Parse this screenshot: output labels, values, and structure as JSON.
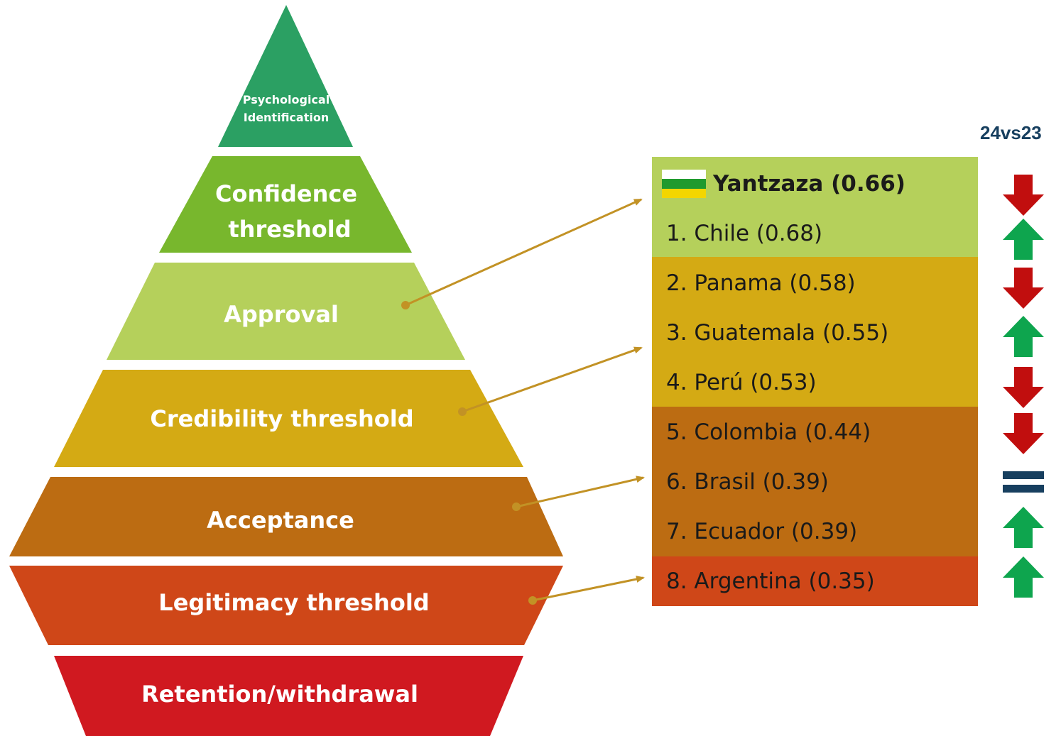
{
  "pyramid": {
    "levels": [
      {
        "label_lines": [
          "Psychological",
          "Identification"
        ],
        "color": "#2ba063"
      },
      {
        "label_lines": [
          "Confidence",
          "threshold"
        ],
        "color": "#78b72d"
      },
      {
        "label_lines": [
          "Approval"
        ],
        "color": "#b5d05b"
      },
      {
        "label_lines": [
          "Credibility threshold"
        ],
        "color": "#d4aa14"
      },
      {
        "label_lines": [
          "Acceptance"
        ],
        "color": "#bc6c12"
      },
      {
        "label_lines": [
          "Legitimacy threshold"
        ],
        "color": "#cf4718"
      },
      {
        "label_lines": [
          "Retention/withdrawal"
        ],
        "color": "#d01920"
      }
    ],
    "connector_color": "#c29225"
  },
  "comparison_label": "24vs23",
  "ranking": {
    "highlight": {
      "label": "Yantzaza (0.66)",
      "trend": "down"
    },
    "items": [
      {
        "label": "1. Chile (0.68)",
        "trend": "up"
      },
      {
        "label": "2. Panama (0.58)",
        "trend": "down"
      },
      {
        "label": "3. Guatemala (0.55)",
        "trend": "up"
      },
      {
        "label": "4. Perú (0.53)",
        "trend": "down"
      },
      {
        "label": "5. Colombia (0.44)",
        "trend": "down"
      },
      {
        "label": "6. Brasil (0.39)",
        "trend": "equal"
      },
      {
        "label": "7. Ecuador (0.39)",
        "trend": "up"
      },
      {
        "label": "8. Argentina (0.35)",
        "trend": "up"
      }
    ],
    "flag_colors": [
      "#ffffff",
      "#1f9a2e",
      "#f3d600"
    ]
  },
  "trend_colors": {
    "up": "#0ea54e",
    "down": "#c10e0e",
    "equal": "#173f5f"
  }
}
